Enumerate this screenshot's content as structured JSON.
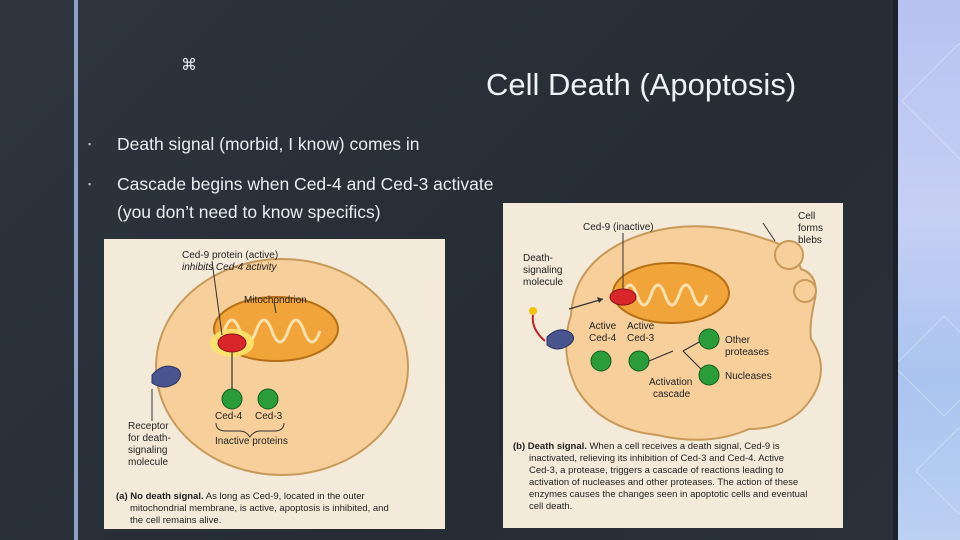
{
  "slide": {
    "title": "Cell Death (Apoptosis)",
    "command_icon": "⌘",
    "bullet_marker": "▪",
    "bullets": [
      {
        "text": "Death signal (morbid, I know) comes in"
      },
      {
        "text": "Cascade begins when Ced-4 and Ced-3 activate (you don’t need to know specifics)"
      }
    ]
  },
  "figure_a": {
    "ced9_label": "Ced-9 protein (active)",
    "ced9_inhibits": "inhibits Ced-4 activity",
    "mitochondrion": "Mitochondrion",
    "ced4": "Ced-4",
    "ced3": "Ced-3",
    "inactive": "Inactive proteins",
    "receptor_lines": [
      "Receptor",
      "for death-",
      "signaling",
      "molecule"
    ],
    "caption_letter": "(a)",
    "caption_bold": "No death signal.",
    "caption_lines": [
      " As long as Ced-9, located in the outer",
      "mitochondrial membrane, is active, apoptosis is inhibited, and",
      "the cell remains alive."
    ]
  },
  "figure_b": {
    "ced9_label": "Ced-9 (inactive)",
    "blebs_lines": [
      "Cell",
      "forms",
      "blebs"
    ],
    "death_mol_lines": [
      "Death-",
      "signaling",
      "molecule"
    ],
    "active_ced4": [
      "Active",
      "Ced-4"
    ],
    "active_ced3": [
      "Active",
      "Ced-3"
    ],
    "other_proteases": [
      "Other",
      "proteases"
    ],
    "nucleases": "Nucleases",
    "activation_cascade": [
      "Activation",
      "cascade"
    ],
    "caption_letter": "(b)",
    "caption_bold": "Death signal.",
    "caption_lines": [
      " When a cell receives a death signal, Ced-9 is",
      "inactivated, relieving its inhibition of Ced-3 and Ced-4. Active",
      "Ced-3, a protease, triggers a cascade of reactions leading to",
      "activation of nucleases and other proteases. The action of these",
      "enzymes causes the changes seen in apoptotic cells and eventual",
      "cell death."
    ]
  },
  "colors": {
    "background": "#2a313a",
    "accent_bar": "#8fa0c8",
    "cell_fill": "#f6cf9b",
    "mito": "#f0a43a",
    "red_protein": "#d8262a",
    "green_protein": "#2a9d3a",
    "receptor": "#4a5590"
  }
}
